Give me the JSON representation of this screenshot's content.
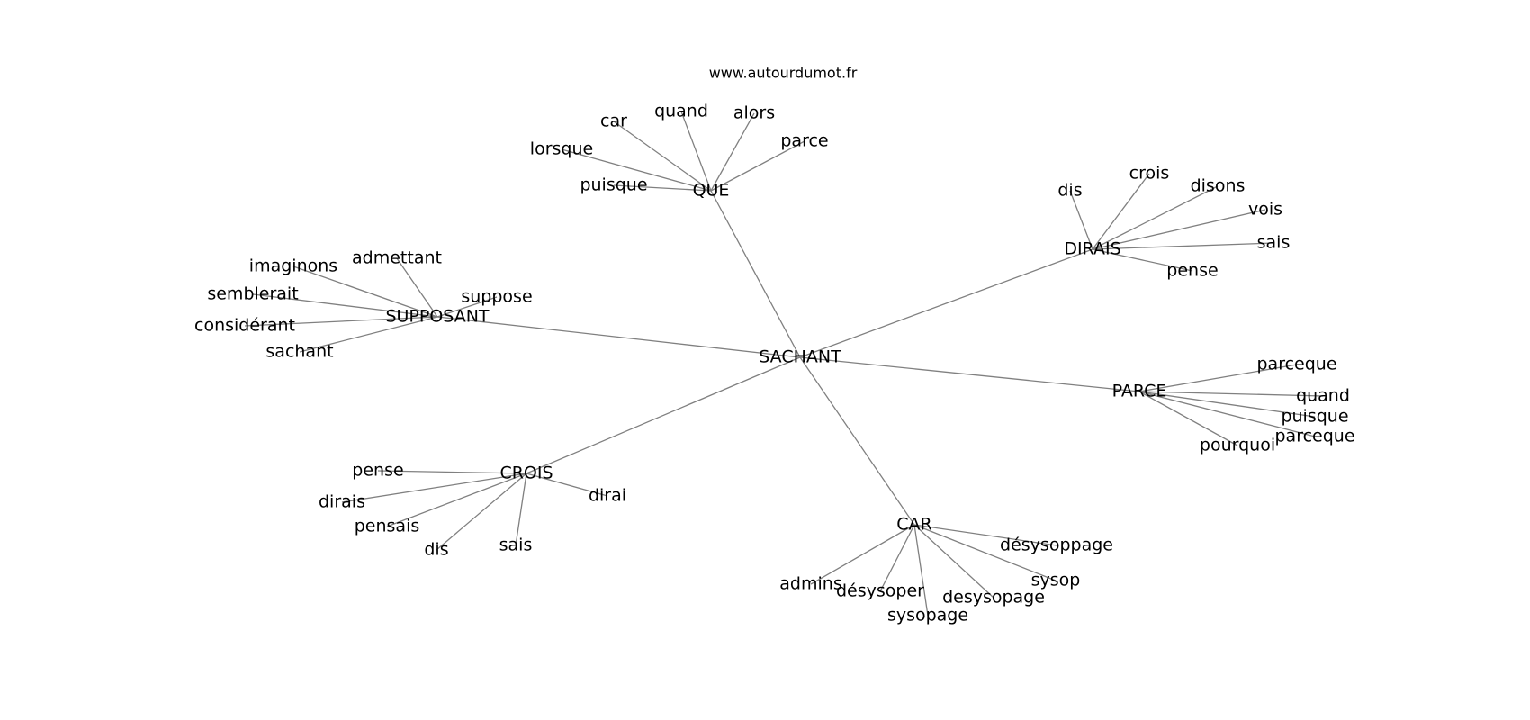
{
  "site": "www.autourdumot.fr",
  "graph": {
    "root": "SACHANT",
    "groups": [
      {
        "hub": "QUE",
        "leaves": [
          "car",
          "quand",
          "alors",
          "parce",
          "lorsque",
          "puisque"
        ]
      },
      {
        "hub": "DIRAIS",
        "leaves": [
          "dis",
          "crois",
          "disons",
          "vois",
          "sais",
          "pense"
        ]
      },
      {
        "hub": "SUPPOSANT",
        "leaves": [
          "imaginons",
          "admettant",
          "suppose",
          "semblerait",
          "considérant",
          "sachant"
        ]
      },
      {
        "hub": "PARCE",
        "leaves": [
          "parceque",
          "quand",
          "puisque",
          "parceque",
          "pourquoi"
        ]
      },
      {
        "hub": "CROIS",
        "leaves": [
          "pense",
          "dirais",
          "pensais",
          "dis",
          "sais",
          "dirai"
        ]
      },
      {
        "hub": "CAR",
        "leaves": [
          "désysoppage",
          "sysop",
          "desysopage",
          "sysopage",
          "désysoper",
          "admins"
        ]
      }
    ]
  }
}
